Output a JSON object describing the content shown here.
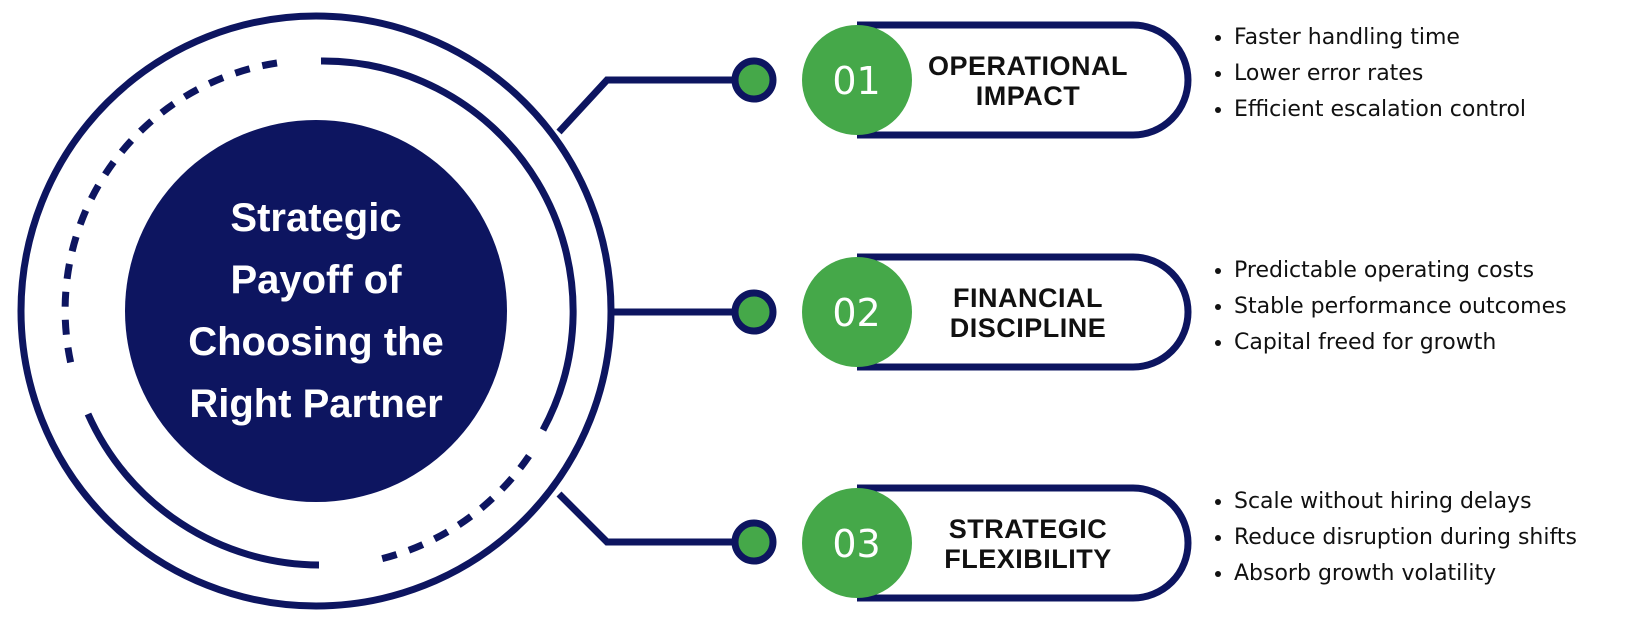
{
  "title_lines": [
    "Strategic",
    "Payoff of",
    "Choosing the",
    "Right Partner"
  ],
  "colors": {
    "navy": "#0d1560",
    "green": "#45a849",
    "text": "#111111"
  },
  "items": [
    {
      "number": "01",
      "label_lines": [
        "OPERATIONAL",
        "IMPACT"
      ],
      "bullets": [
        "Faster handling time",
        "Lower error rates",
        "Efficient escalation control"
      ]
    },
    {
      "number": "02",
      "label_lines": [
        "FINANCIAL",
        "DISCIPLINE"
      ],
      "bullets": [
        "Predictable operating costs",
        "Stable performance outcomes",
        "Capital freed for growth"
      ]
    },
    {
      "number": "03",
      "label_lines": [
        "STRATEGIC",
        "FLEXIBILITY"
      ],
      "bullets": [
        "Scale without hiring delays",
        "Reduce disruption during shifts",
        "Absorb growth volatility"
      ]
    }
  ]
}
